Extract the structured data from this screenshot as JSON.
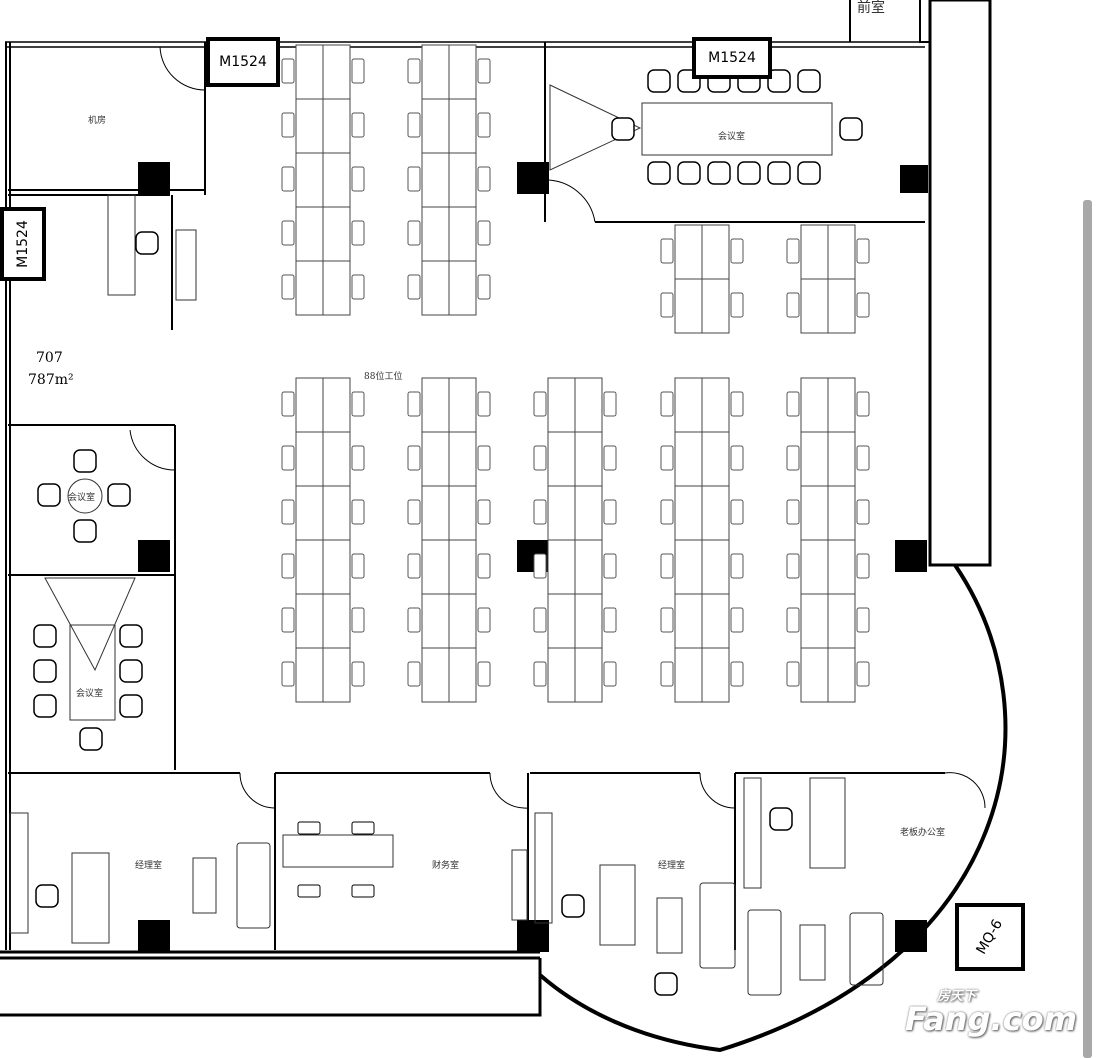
{
  "unit": {
    "number": "707",
    "area": "787m²"
  },
  "doors": {
    "m1524_label": "M1524",
    "curtain_wall_label": "MQ-6"
  },
  "rooms": {
    "anteroom": "前室",
    "server_room": "机房",
    "meeting_room": "会议室",
    "workstations": "88位工位",
    "manager_office": "经理室",
    "finance_room": "财务室",
    "boss_office": "老板办公室"
  },
  "watermark": {
    "cn": "房天下",
    "en": "Fang.com"
  },
  "colors": {
    "wall": "#000000",
    "line": "#333333",
    "scrollbar": "#a8a8a8"
  }
}
